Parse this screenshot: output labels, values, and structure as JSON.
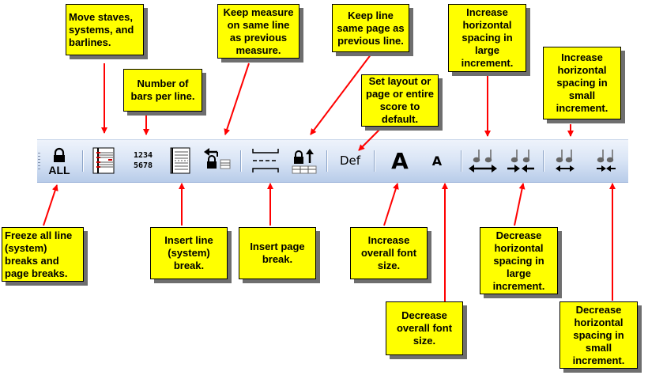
{
  "callouts": {
    "move_staves": "Move staves,\nsystems, and\nbarlines.",
    "bars_per_line": "Number of\nbars per line.",
    "keep_measure": "Keep measure\non same line\nas previous\nmeasure.",
    "keep_line": "Keep line\nsame page as\nprevious line.",
    "set_layout_default": "Set layout or\npage or entire\nscore to\ndefault.",
    "increase_hspacing_large": "Increase\nhorizontal\nspacing in\nlarge\nincrement.",
    "increase_hspacing_small": "Increase\nhorizontal\nspacing in\nsmall\nincrement.",
    "freeze_breaks": "Freeze all line\n(system)\nbreaks and\npage breaks.",
    "insert_line_break": "Insert line\n(system)\nbreak.",
    "insert_page_break": "Insert page\nbreak.",
    "increase_font": "Increase\noverall font\nsize.",
    "decrease_font": "Decrease\noverall font\nsize.",
    "decrease_hspacing_large": "Decrease\nhorizontal\nspacing in\nlarge\nincrement.",
    "decrease_hspacing_small": "Decrease\nhorizontal\nspacing in\nsmall\nincrement."
  },
  "toolbar": {
    "freeze_label": "ALL",
    "bars_top": "1234",
    "bars_bottom": "5678",
    "def_label": "Def",
    "font_glyph": "A"
  },
  "colors": {
    "note_fill": "#ffff00",
    "arrow": "#ff0000",
    "toolbar_top": "#eef3fb",
    "toolbar_bottom": "#b8cce9"
  },
  "icons": [
    "lock-all-icon",
    "move-staves-icon",
    "bars-per-line-icon",
    "insert-line-break-icon",
    "keep-measure-icon",
    "insert-page-break-icon",
    "keep-line-icon",
    "default-icon",
    "increase-font-icon",
    "decrease-font-icon",
    "increase-spacing-large-icon",
    "decrease-spacing-large-icon",
    "increase-spacing-small-icon",
    "decrease-spacing-small-icon"
  ]
}
